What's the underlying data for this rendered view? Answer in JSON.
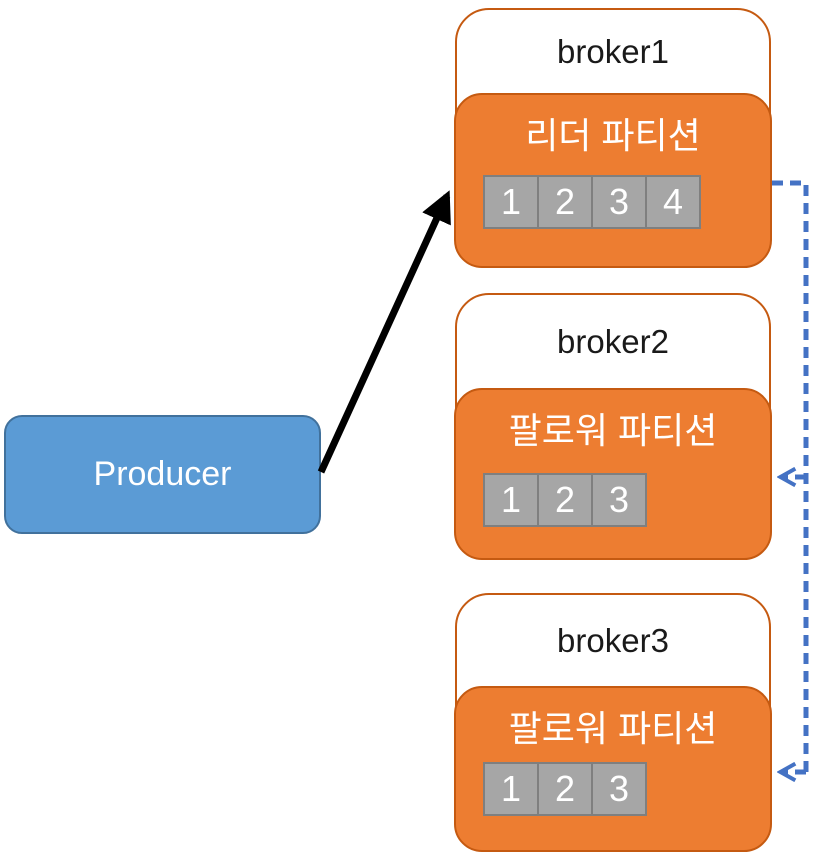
{
  "producer": {
    "label": "Producer"
  },
  "brokers": [
    {
      "name": "broker1",
      "partition_label": "리더 파티션",
      "segments": [
        "1",
        "2",
        "3",
        "4"
      ]
    },
    {
      "name": "broker2",
      "partition_label": "팔로워 파티션",
      "segments": [
        "1",
        "2",
        "3"
      ]
    },
    {
      "name": "broker3",
      "partition_label": "팔로워 파티션",
      "segments": [
        "1",
        "2",
        "3"
      ]
    }
  ],
  "colors": {
    "producer_fill": "#5B9BD5",
    "producer_border": "#41719C",
    "partition_fill": "#ED7D31",
    "partition_border": "#C55A11",
    "broker_border": "#C55A11",
    "segment_fill": "#A6A6A6",
    "segment_border": "#7F7F7F",
    "replication_arrow": "#4472C4",
    "produce_arrow": "#000000"
  }
}
